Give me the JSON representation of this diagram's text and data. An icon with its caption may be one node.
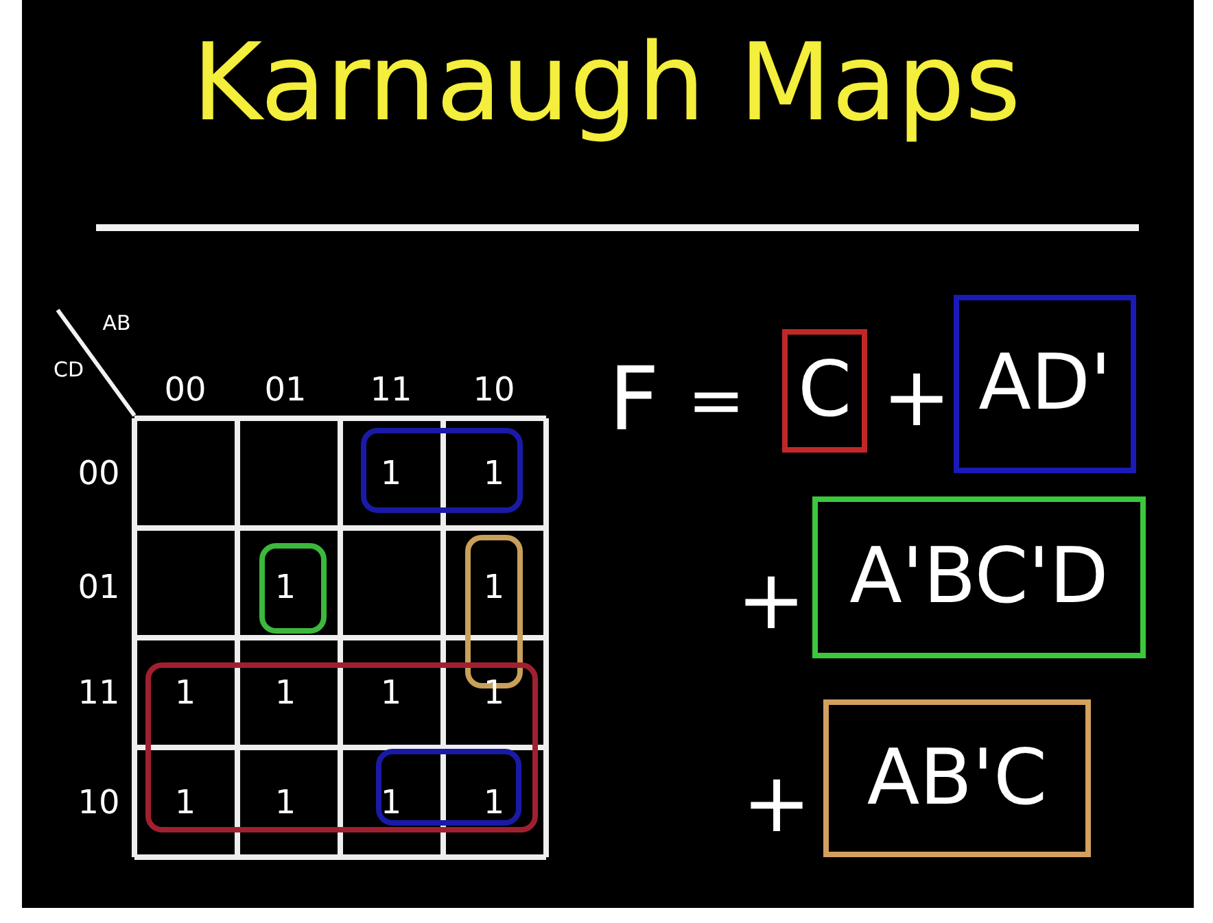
{
  "diagram": {
    "title": "Karnaugh Maps",
    "nodes": [
      {
        "text": [
          "C"
        ]
      },
      {
        "text": [
          "AD'"
        ]
      },
      {
        "text": [
          "A'BC'D"
        ]
      },
      {
        "text": [
          "AB'C"
        ]
      }
    ],
    "labels": [
      "AB",
      "CD",
      "00",
      "01",
      "11",
      "10",
      "00",
      "1",
      "1",
      "01",
      "1",
      "1",
      "11",
      "1",
      "1",
      "1",
      "1",
      "10",
      "1",
      "1",
      "1",
      "1",
      "F",
      "=",
      "+",
      "+",
      "+"
    ]
  }
}
